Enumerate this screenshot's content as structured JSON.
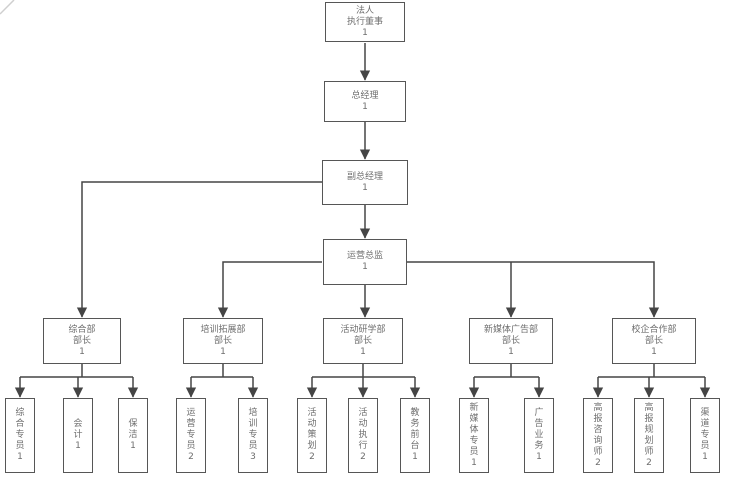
{
  "org_chart": {
    "colors": {
      "line": "#454545",
      "box_border": "#565656",
      "box_fill": "#ffffff",
      "text": "#6e6e6e",
      "corner_mark": "#cfcfcf"
    },
    "nodes": [
      {
        "id": "legal-executive-director",
        "lines": [
          "法人",
          "执行董事"
        ],
        "count": "1",
        "text_direction": "horizontal",
        "parent": null
      },
      {
        "id": "general-manager",
        "lines": [
          "总经理"
        ],
        "count": "1",
        "text_direction": "horizontal",
        "parent": "legal-executive-director"
      },
      {
        "id": "deputy-general-manager",
        "lines": [
          "副总经理"
        ],
        "count": "1",
        "text_direction": "horizontal",
        "parent": "general-manager"
      },
      {
        "id": "operations-director",
        "lines": [
          "运营总监"
        ],
        "count": "1",
        "text_direction": "horizontal",
        "parent": "deputy-general-manager"
      },
      {
        "id": "general-dept-head",
        "lines": [
          "综合部",
          "部长"
        ],
        "count": "1",
        "text_direction": "horizontal",
        "parent": "deputy-general-manager"
      },
      {
        "id": "training-expansion-dept-head",
        "lines": [
          "培训拓展部",
          "部长"
        ],
        "count": "1",
        "text_direction": "horizontal",
        "parent": "operations-director"
      },
      {
        "id": "activity-research-dept-head",
        "lines": [
          "活动研学部",
          "部长"
        ],
        "count": "1",
        "text_direction": "horizontal",
        "parent": "operations-director"
      },
      {
        "id": "new-media-ad-dept-head",
        "lines": [
          "新媒体广告部",
          "部长"
        ],
        "count": "1",
        "text_direction": "horizontal",
        "parent": "operations-director"
      },
      {
        "id": "school-enterprise-coop-dept-head",
        "lines": [
          "校企合作部",
          "部长"
        ],
        "count": "1",
        "text_direction": "horizontal",
        "parent": "operations-director"
      },
      {
        "id": "general-affairs-specialist",
        "lines": [
          "综合专员"
        ],
        "count": "1",
        "text_direction": "vertical",
        "parent": "general-dept-head"
      },
      {
        "id": "accountant",
        "lines": [
          "会计"
        ],
        "count": "1",
        "text_direction": "vertical",
        "parent": "general-dept-head"
      },
      {
        "id": "cleaner",
        "lines": [
          "保洁"
        ],
        "count": "1",
        "text_direction": "vertical",
        "parent": "general-dept-head"
      },
      {
        "id": "operations-specialist",
        "lines": [
          "运营专员"
        ],
        "count": "2",
        "text_direction": "vertical",
        "parent": "training-expansion-dept-head"
      },
      {
        "id": "training-specialist",
        "lines": [
          "培训专员"
        ],
        "count": "3",
        "text_direction": "vertical",
        "parent": "training-expansion-dept-head"
      },
      {
        "id": "event-planning",
        "lines": [
          "活动策划"
        ],
        "count": "2",
        "text_direction": "vertical",
        "parent": "activity-research-dept-head"
      },
      {
        "id": "event-execution",
        "lines": [
          "活动执行"
        ],
        "count": "2",
        "text_direction": "vertical",
        "parent": "activity-research-dept-head"
      },
      {
        "id": "academic-front-desk",
        "lines": [
          "教务前台"
        ],
        "count": "1",
        "text_direction": "vertical",
        "parent": "activity-research-dept-head"
      },
      {
        "id": "new-media-specialist",
        "lines": [
          "新媒体专员"
        ],
        "count": "1",
        "text_direction": "vertical",
        "parent": "new-media-ad-dept-head"
      },
      {
        "id": "ad-business",
        "lines": [
          "广告业务"
        ],
        "count": "1",
        "text_direction": "vertical",
        "parent": "new-media-ad-dept-head"
      },
      {
        "id": "gaokao-application-consultant",
        "lines": [
          "高报咨询师"
        ],
        "count": "2",
        "text_direction": "vertical",
        "parent": "school-enterprise-coop-dept-head"
      },
      {
        "id": "gaokao-application-planner",
        "lines": [
          "高报规划师"
        ],
        "count": "2",
        "text_direction": "vertical",
        "parent": "school-enterprise-coop-dept-head"
      },
      {
        "id": "channel-specialist",
        "lines": [
          "渠道专员"
        ],
        "count": "1",
        "text_direction": "vertical",
        "parent": "school-enterprise-coop-dept-head"
      }
    ]
  }
}
